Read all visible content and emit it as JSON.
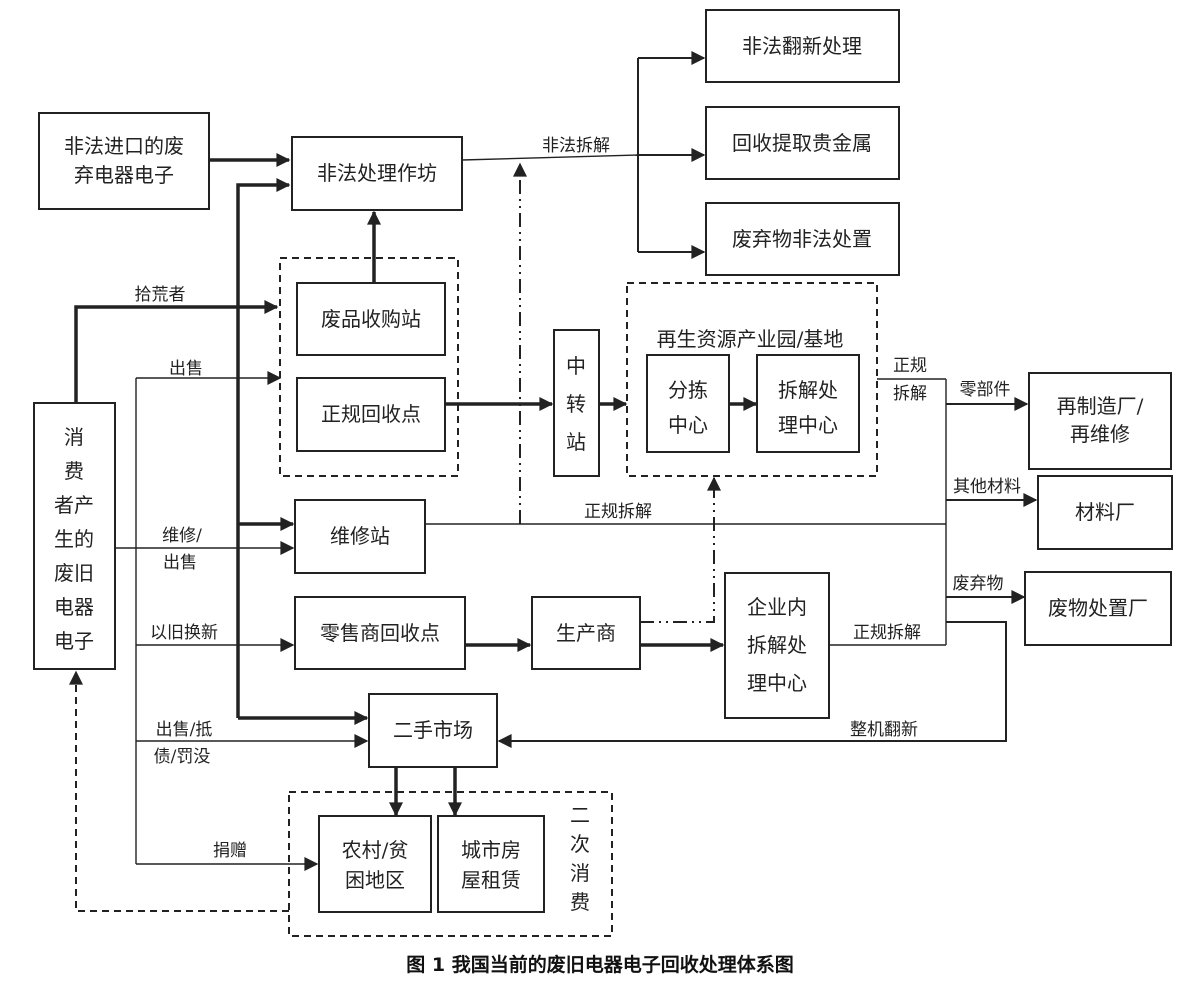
{
  "caption": "图 1  我国当前的废旧电器电子回收处理体系图",
  "nodes": {
    "illegal_import": [
      "非法进口的废",
      "弃电器电子"
    ],
    "illegal_workshop": "非法处理作坊",
    "illegal_refurbish": "非法翻新处理",
    "precious_metal": "回收提取贵金属",
    "illegal_waste": "废弃物非法处置",
    "scrap_station": "废品收购站",
    "formal_point": "正规回收点",
    "transfer_station": [
      "中",
      "转",
      "站"
    ],
    "park_title": "再生资源产业园/基地",
    "sorting_center": [
      "分拣",
      "中心"
    ],
    "dismantle_center": [
      "拆解处",
      "理中心"
    ],
    "remanufacture": [
      "再制造厂/",
      "再维修"
    ],
    "material_factory": "材料厂",
    "waste_disposal": "废物处置厂",
    "consumer": [
      "消",
      "费",
      "者产",
      "生的",
      "废旧",
      "电器",
      "电子"
    ],
    "repair_station": "维修站",
    "retailer_point": "零售商回收点",
    "producer": "生产商",
    "enterprise_center": [
      "企业内",
      "拆解处",
      "理中心"
    ],
    "second_market": "二手市场",
    "rural": [
      "农村/贫",
      "困地区"
    ],
    "urban_rental": [
      "城市房",
      "屋租赁"
    ],
    "secondary_consumption": [
      "二",
      "次",
      "消",
      "费"
    ]
  },
  "labels": {
    "illegal_dismantle": "非法拆解",
    "scavenger": "拾荒者",
    "sell": "出售",
    "repair_sell": [
      "维修/",
      "出售"
    ],
    "trade_in": "以旧换新",
    "sell_debt": [
      "出售/抵",
      "债/罚没"
    ],
    "donate": "捐赠",
    "formal_dismantle_1": [
      "正规",
      "拆解"
    ],
    "formal_dismantle_2": "正规拆解",
    "formal_dismantle_3": "正规拆解",
    "parts": "零部件",
    "other_materials": "其他材料",
    "waste": "废弃物",
    "refurbish_whole": "整机翻新"
  }
}
